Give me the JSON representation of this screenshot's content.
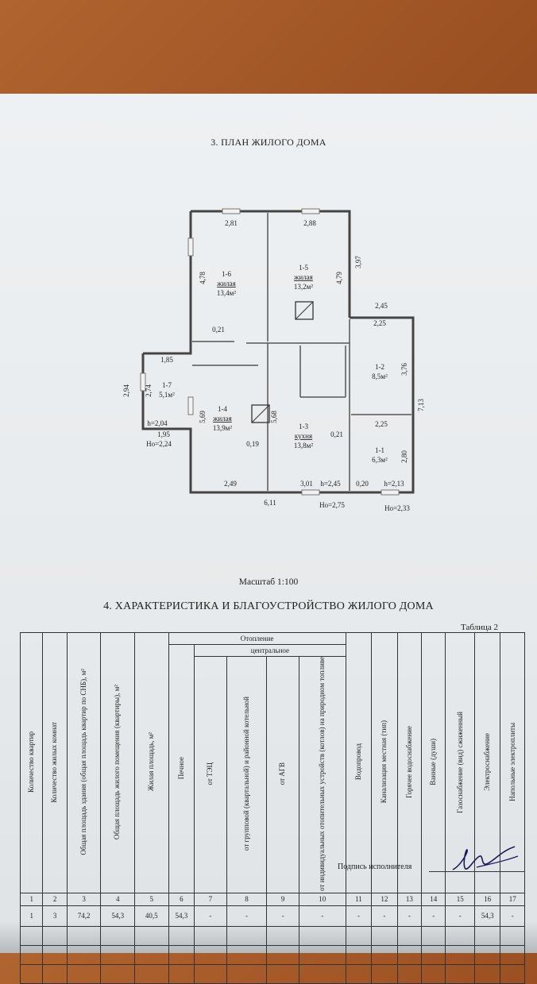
{
  "plan_title": "3. ПЛАН ЖИЛОГО ДОМА",
  "rooms": [
    {
      "id": "1-6",
      "type": "жилая",
      "area": "13,4м²"
    },
    {
      "id": "1-5",
      "type": "жилая",
      "area": "13,2м²"
    },
    {
      "id": "1-7",
      "type": "",
      "area": "5,1м²"
    },
    {
      "id": "1-4",
      "type": "жилая",
      "area": "13,9м²"
    },
    {
      "id": "1-3",
      "type": "кухня",
      "area": "13,8м²"
    },
    {
      "id": "1-2",
      "type": "",
      "area": "8,5м²"
    },
    {
      "id": "1-1",
      "type": "",
      "area": "6,3м²"
    }
  ],
  "dimensions": [
    "2,81",
    "2,88",
    "4,78",
    "4,79",
    "3,97",
    "0,21",
    "2,45",
    "2,25",
    "3,76",
    "7,13",
    "1,85",
    "2,94",
    "2,74",
    "h=2,04",
    "1,95",
    "Ho=2,24",
    "5,69",
    "5,68",
    "0,19",
    "0,21",
    "2,25",
    "2,80",
    "2,49",
    "3,01",
    "h=2,45",
    "0,20",
    "h=2,13",
    "6,11",
    "Ho=2,75",
    "Ho=2,33"
  ],
  "scale": "Масштаб 1:100",
  "section4_title": "4. ХАРАКТЕРИСТИКА И БЛАГОУСТРОЙСТВО ЖИЛОГО ДОМА",
  "table_label": "Таблица 2",
  "table": {
    "heating_group": "Отопление",
    "central_group": "центральное",
    "headers": [
      "Количество квартир",
      "Количество жилых комнат",
      "Общая площадь здания (общая площадь квартир по СНБ), м²",
      "Общая площадь жилого помещения (квартиры), м²",
      "Жилая площадь, м²",
      "Печное",
      "от ТЭЦ",
      "от групповой (квартальной) и районной котельной",
      "от АГВ",
      "от индивидуальных отопительных устройств (котлов) на природном топливе",
      "Водопровод",
      "Канализация местная (тип)",
      "Горячее водоснабжение",
      "Ванные (души)",
      "Газоснабжение (вид) сжиженный",
      "Электроснабжение",
      "Напольные электроплиты"
    ],
    "numbers": [
      "1",
      "2",
      "3",
      "4",
      "5",
      "6",
      "7",
      "8",
      "9",
      "10",
      "11",
      "12",
      "13",
      "14",
      "15",
      "16",
      "17"
    ],
    "row1": [
      "1",
      "3",
      "74,2",
      "54,3",
      "40,5",
      "54,3",
      "-",
      "-",
      "-",
      "-",
      "-",
      "-",
      "-",
      "-",
      "-",
      "54,3",
      "-"
    ]
  },
  "signature_label": "Подпись исполнителя"
}
